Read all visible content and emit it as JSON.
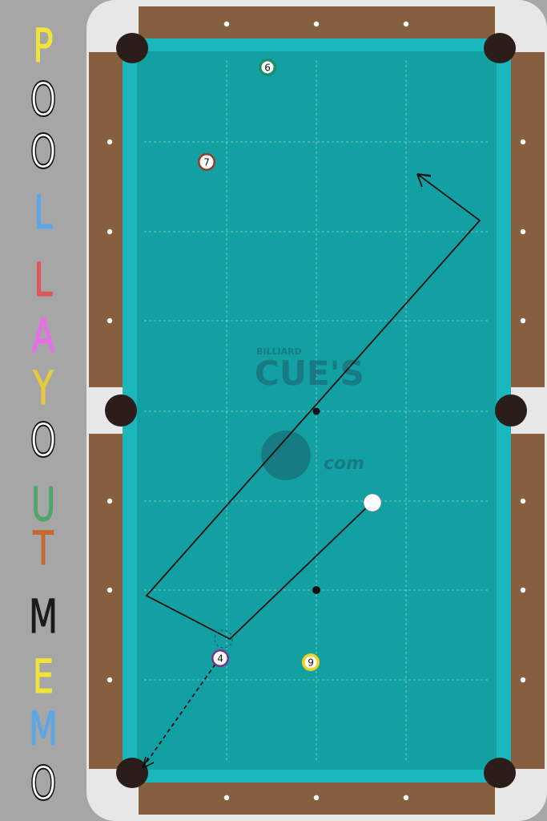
{
  "app": {
    "title_letters": [
      {
        "ch": "P",
        "color": "#f2e33a"
      },
      {
        "ch": "O",
        "color": "#ffffff"
      },
      {
        "ch": "O",
        "color": "#ffffff"
      },
      {
        "ch": "L",
        "color": "#5ba6e6"
      },
      {
        "ch": "L",
        "color": "#e0545a"
      },
      {
        "ch": "A",
        "color": "#e96de6"
      },
      {
        "ch": "Y",
        "color": "#e9c93c"
      },
      {
        "ch": "O",
        "color": "#ffffff"
      },
      {
        "ch": "U",
        "color": "#4fa56a"
      },
      {
        "ch": "T",
        "color": "#c56a2f"
      },
      {
        "ch": "M",
        "color": "#1b1b1b"
      },
      {
        "ch": "E",
        "color": "#f2e33a"
      },
      {
        "ch": "M",
        "color": "#5ba6e6"
      },
      {
        "ch": "O",
        "color": "#ffffff"
      }
    ]
  },
  "watermark": {
    "line1": "BILLIARD",
    "line2": "CUE'S",
    "line3": "com"
  },
  "colors": {
    "felt": "#12a0a3",
    "cushion": "#1cb7bc",
    "rail": "#86603e",
    "corner": "#e7e7e7",
    "pocket": "#2a1d1a"
  },
  "balls": [
    {
      "label": "6",
      "kind": "stripe",
      "color": "#1f8f63"
    },
    {
      "label": "7",
      "kind": "stripe",
      "color": "#9a3a22"
    },
    {
      "label": "4",
      "kind": "stripe",
      "color": "#7b2e8e"
    },
    {
      "label": "9",
      "kind": "stripe",
      "color": "#f3d21c"
    }
  ],
  "cue_ball": {
    "label": "cue ball"
  }
}
